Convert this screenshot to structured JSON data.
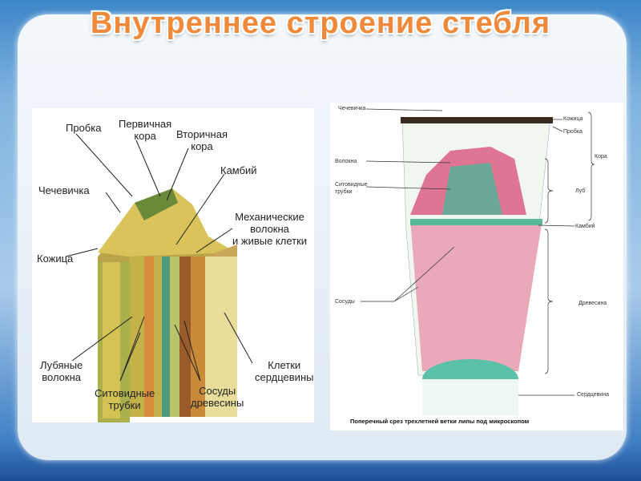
{
  "title": "Внутреннее строение стебля",
  "left_diagram": {
    "labels": {
      "probka": "Пробка",
      "perv1": "Первичная",
      "perv2": "кора",
      "vtor1": "Вторичная",
      "vtor2": "кора",
      "kambiy": "Камбий",
      "chechevichka": "Чечевичка",
      "mech1": "Механические",
      "mech2": "волокна",
      "mech3": "и живые клетки",
      "kozhitsa": "Кожица",
      "lub1": "Лубяные",
      "lub2": "волокна",
      "sit1": "Ситовидные",
      "sit2": "трубки",
      "sos1": "Сосуды",
      "sos2": "древесины",
      "kl1": "Клетки",
      "kl2": "сердцевины"
    }
  },
  "right_diagram": {
    "labels": {
      "chechevichka": "Чечевичка",
      "kozhitsa": "Кожица",
      "probka": "Пробка",
      "kora": "Кора",
      "volokna": "Волокна",
      "sit1": "Ситовидные",
      "sit2": "трубки",
      "lub": "Луб",
      "kambiy": "Камбий",
      "sosudy": "Сосуды",
      "drevesina": "Древесина",
      "serdtsevina": "Сердцевина"
    },
    "caption": "Поперечный срез трехлетней ветки липы под микроскопом"
  }
}
